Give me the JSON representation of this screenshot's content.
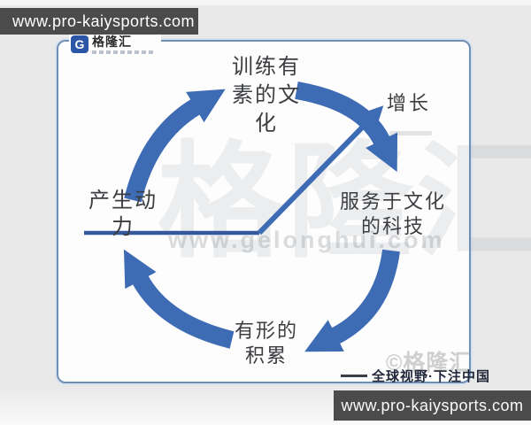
{
  "banners": {
    "top_url": "www.pro-kaiysports.com",
    "bottom_url": "www.pro-kaiysports.com"
  },
  "logo": {
    "glyph": "G",
    "brand": "格隆汇"
  },
  "diagram": {
    "type": "cycle",
    "cycle_labels": [
      {
        "position": "top",
        "text": "训练有素的文化"
      },
      {
        "position": "right",
        "text": "服务于文化的科技"
      },
      {
        "position": "bottom",
        "text": "有形的积累"
      },
      {
        "position": "left",
        "text": "产生动力"
      }
    ],
    "growth_label": "增长",
    "flow_order": [
      "产生动力",
      "训练有素的文化",
      "服务于文化的科技",
      "有形的积累"
    ]
  },
  "watermarks": {
    "center_brand": "格隆汇",
    "center_url": "www.gelonghui.com",
    "corner_brand": "©格隆汇"
  },
  "footer": {
    "slogan": "全球视野·下注中国"
  },
  "colors": {
    "arrow_blue": "#3d6bb4",
    "line_navy": "#35589c",
    "banner_dark": "#4b4b4b",
    "card_border": "#6f90b6"
  }
}
